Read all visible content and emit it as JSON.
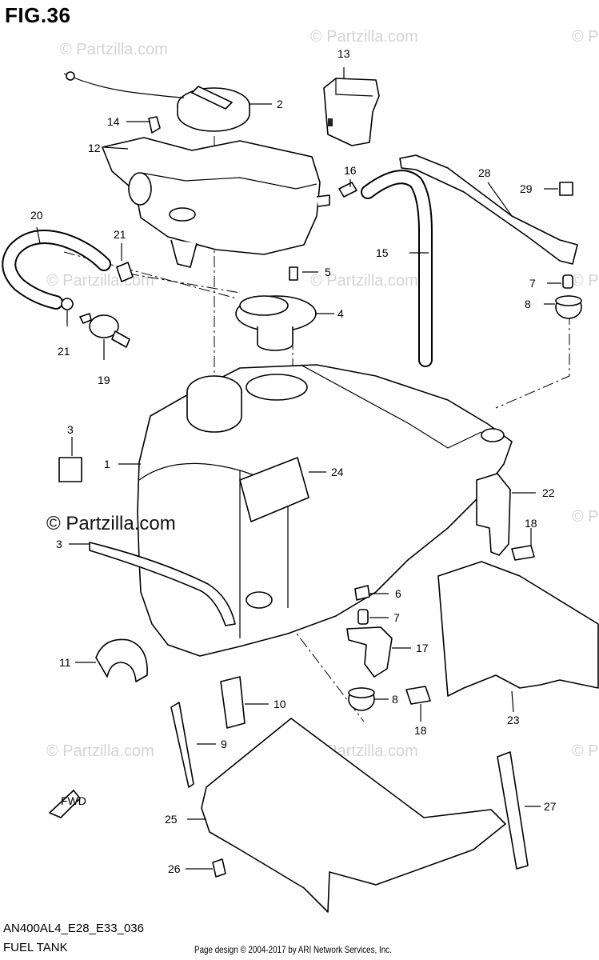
{
  "figure": {
    "title": "FIG.36",
    "model_code": "AN400AL4_E28_E33_036",
    "section_name": "FUEL TANK",
    "credit": "Page design © 2004-2017 by ARI Network Services, Inc.",
    "watermark": "© Partzilla.com",
    "fwd_label": "FWD"
  },
  "callouts": [
    "1",
    "2",
    "3",
    "3",
    "4",
    "5",
    "6",
    "7",
    "7",
    "8",
    "8",
    "9",
    "10",
    "11",
    "12",
    "13",
    "14",
    "15",
    "16",
    "17",
    "18",
    "18",
    "19",
    "20",
    "21",
    "21",
    "22",
    "23",
    "24",
    "25",
    "26",
    "27",
    "28",
    "29"
  ]
}
